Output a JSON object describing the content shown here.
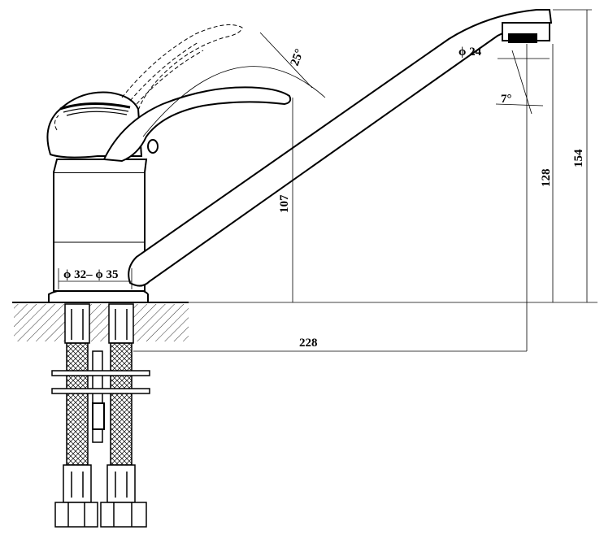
{
  "drawing": {
    "line_color": "#000000",
    "background": "#ffffff",
    "dimensions": {
      "lever_angle": "25°",
      "aerator_diameter": "ϕ 24",
      "spout_angle": "7°",
      "body_height": "107",
      "spout_outlet_height": "128",
      "total_height": "154",
      "spout_reach": "228",
      "hole_diameter": "ϕ 32– ϕ 35"
    }
  }
}
